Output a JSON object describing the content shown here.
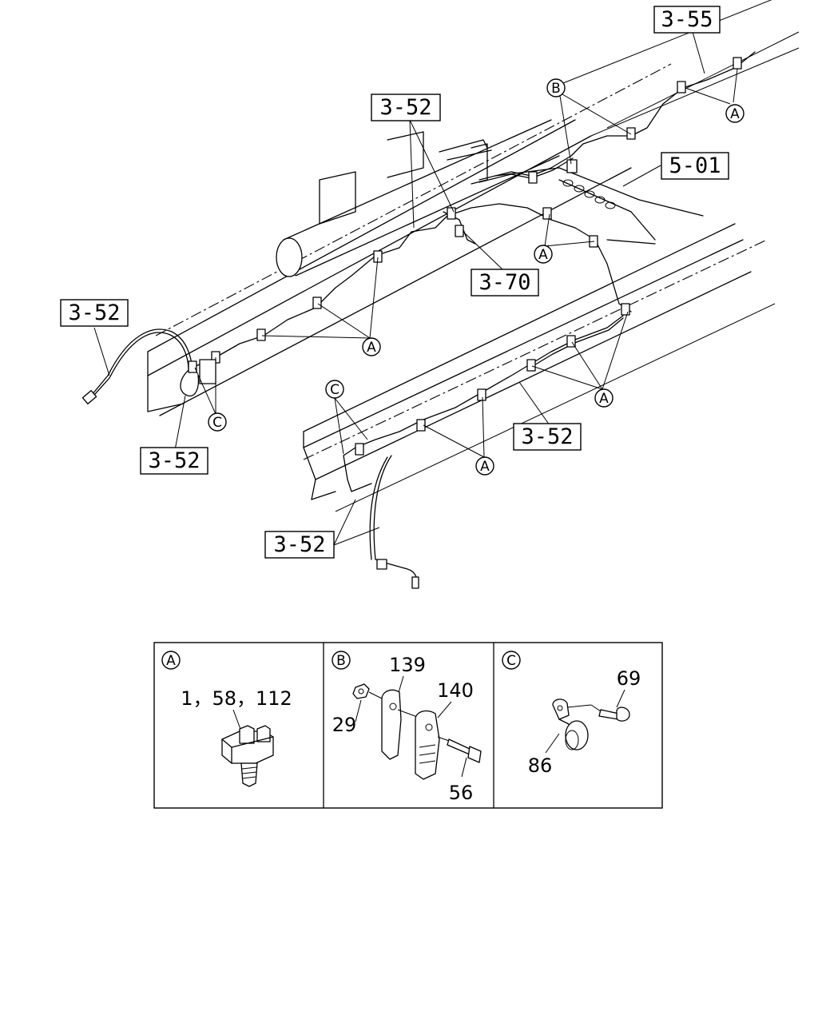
{
  "callouts": {
    "c1": "3-55",
    "c2": "3-52",
    "c3": "5-01",
    "c4": "3-70",
    "c5": "3-52",
    "c6": "3-52",
    "c7": "3-52",
    "c8": "3-52"
  },
  "markers": {
    "A": "A",
    "B": "B",
    "C": "C"
  },
  "details": {
    "a": {
      "marker": "A",
      "parts": "1，58，112"
    },
    "b": {
      "marker": "B",
      "part_139": "139",
      "part_140": "140",
      "part_29": "29",
      "part_56": "56"
    },
    "c": {
      "marker": "C",
      "part_69": "69",
      "part_86": "86"
    }
  }
}
